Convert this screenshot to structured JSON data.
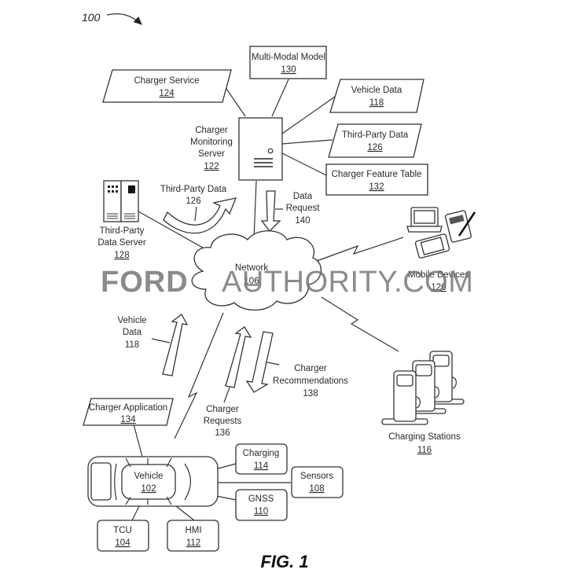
{
  "figure": {
    "ref_number": "100",
    "caption": "FIG. 1"
  },
  "nodes": {
    "charger_service": {
      "label": "Charger Service",
      "num": "124"
    },
    "multi_modal_model": {
      "label": "Multi-Modal Model",
      "num": "130"
    },
    "vehicle_data_store": {
      "label": "Vehicle Data",
      "num": "118"
    },
    "third_party_data_store": {
      "label": "Third-Party Data",
      "num": "126"
    },
    "charger_feature_table": {
      "label": "Charger Feature Table",
      "num": "132"
    },
    "charger_monitoring_server": {
      "label_lines": [
        "Charger",
        "Monitoring",
        "Server"
      ],
      "num": "122"
    },
    "third_party_data_server": {
      "label_lines": [
        "Third-Party",
        "Data Server"
      ],
      "num": "128"
    },
    "network": {
      "label": "Network",
      "num": "106"
    },
    "mobile_devices": {
      "label": "Mobile Devices",
      "num": "120"
    },
    "charging_stations": {
      "label": "Charging Stations",
      "num": "116"
    },
    "charger_application": {
      "label": "Charger Application",
      "num": "134"
    },
    "vehicle": {
      "label": "Vehicle",
      "num": "102"
    },
    "charging": {
      "label": "Charging",
      "num": "114"
    },
    "sensors": {
      "label": "Sensors",
      "num": "108"
    },
    "gnss": {
      "label": "GNSS",
      "num": "110"
    },
    "tcu": {
      "label": "TCU",
      "num": "104"
    },
    "hmi": {
      "label": "HMI",
      "num": "112"
    }
  },
  "flows": {
    "third_party_data": {
      "label_lines": [
        "Third-Party Data",
        "126"
      ]
    },
    "data_request": {
      "label_lines": [
        "Data",
        "Request",
        "140"
      ]
    },
    "vehicle_data": {
      "label_lines": [
        "Vehicle",
        "Data",
        "118"
      ]
    },
    "charger_requests": {
      "label_lines": [
        "Charger",
        "Requests",
        "136"
      ]
    },
    "charger_recommendations": {
      "label_lines": [
        "Charger",
        "Recommendations",
        "138"
      ]
    }
  },
  "watermark": {
    "part1": "FORD",
    "part2": "AUTHORITY.COM"
  }
}
